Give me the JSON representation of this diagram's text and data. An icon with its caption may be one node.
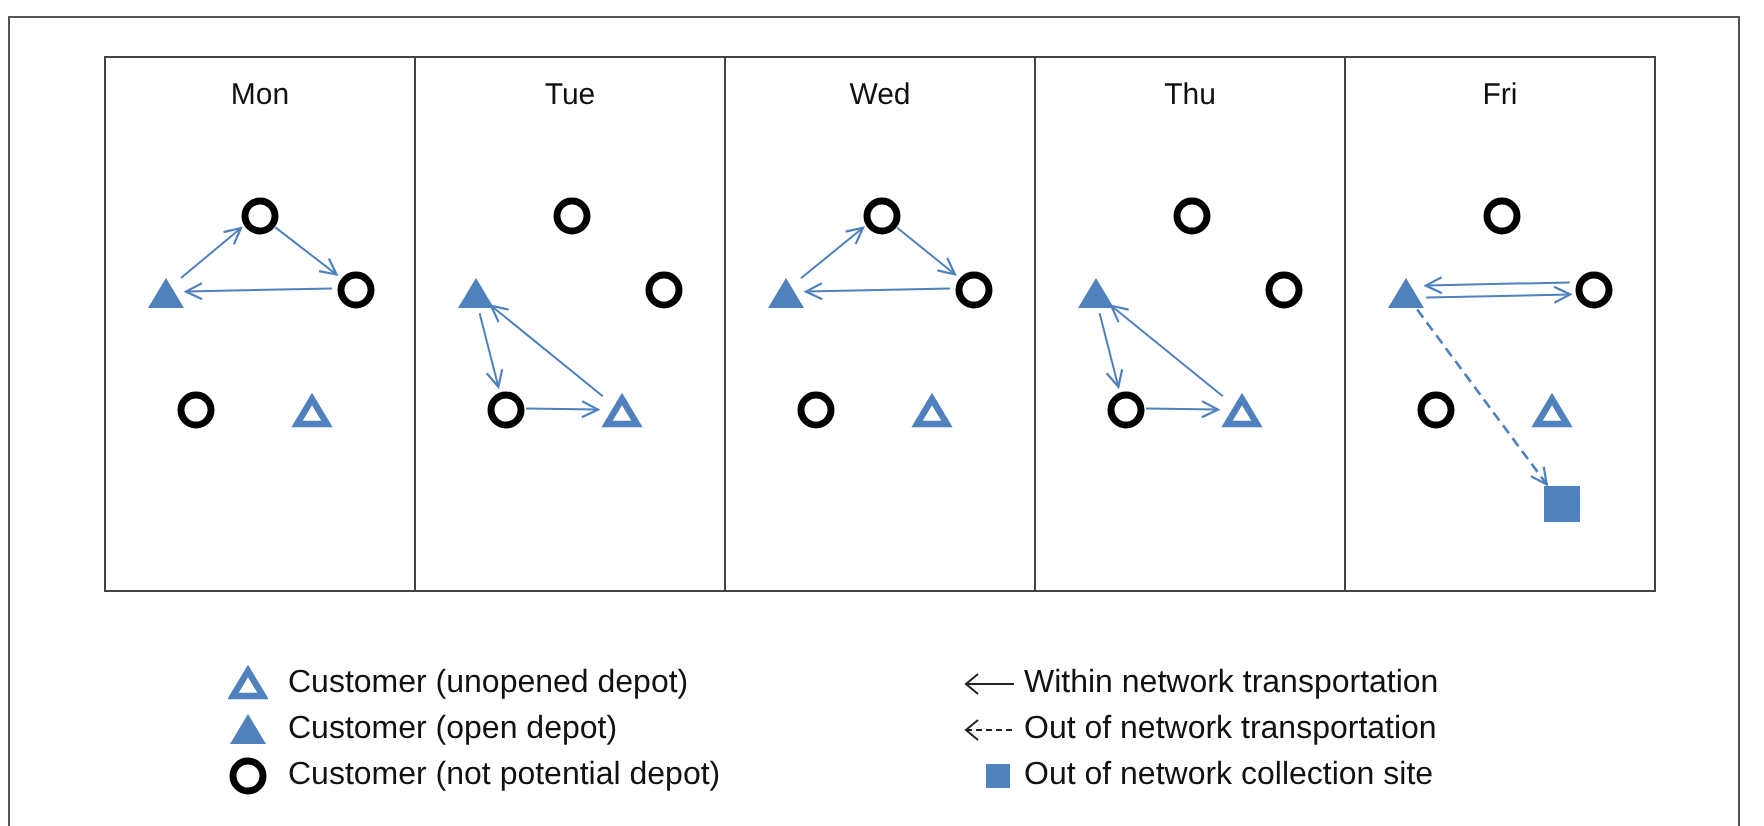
{
  "diagram": {
    "nodes": [
      {
        "text": [
          "Mon"
        ]
      },
      {
        "text": [],
        "shape": "circle",
        "in": 0
      },
      {
        "text": [],
        "shape": "triangle",
        "in": 0
      },
      {
        "text": [],
        "shape": "circle",
        "in": 0
      },
      {
        "text": [],
        "shape": "circle",
        "in": 0
      },
      {
        "text": [],
        "shape": "open-triangle",
        "in": 0
      },
      {
        "text": [
          "Tue"
        ]
      },
      {
        "text": [],
        "shape": "circle",
        "in": 6
      },
      {
        "text": [],
        "shape": "triangle",
        "in": 6
      },
      {
        "text": [],
        "shape": "circle",
        "in": 6
      },
      {
        "text": [],
        "shape": "circle",
        "in": 6
      },
      {
        "text": [],
        "shape": "open-triangle",
        "in": 6
      },
      {
        "text": [
          "Wed"
        ]
      },
      {
        "text": [],
        "shape": "circle",
        "in": 12
      },
      {
        "text": [],
        "shape": "triangle",
        "in": 12
      },
      {
        "text": [],
        "shape": "circle",
        "in": 12
      },
      {
        "text": [],
        "shape": "circle",
        "in": 12
      },
      {
        "text": [],
        "shape": "open-triangle",
        "in": 12
      },
      {
        "text": [
          "Thu"
        ]
      },
      {
        "text": [],
        "shape": "circle",
        "in": 18
      },
      {
        "text": [],
        "shape": "triangle",
        "in": 18
      },
      {
        "text": [],
        "shape": "circle",
        "in": 18
      },
      {
        "text": [],
        "shape": "circle",
        "in": 18
      },
      {
        "text": [],
        "shape": "open-triangle",
        "in": 18
      },
      {
        "text": [
          "Fri"
        ]
      },
      {
        "text": [],
        "shape": "circle",
        "in": 24
      },
      {
        "text": [],
        "shape": "triangle",
        "in": 24
      },
      {
        "text": [],
        "shape": "circle",
        "in": 24
      },
      {
        "text": [],
        "shape": "circle",
        "in": 24
      },
      {
        "text": [],
        "shape": "open-triangle",
        "in": 24
      },
      {
        "text": [],
        "shape": "box",
        "in": 24
      }
    ],
    "edges": [
      {
        "from": 2,
        "to": 1,
        "arrow": "to"
      },
      {
        "from": 1,
        "to": 3,
        "arrow": "to"
      },
      {
        "from": 3,
        "to": 2,
        "arrow": "to"
      },
      {
        "from": 8,
        "to": 10,
        "arrow": "to"
      },
      {
        "from": 10,
        "to": 11,
        "arrow": "to"
      },
      {
        "from": 11,
        "to": 8,
        "arrow": "to"
      },
      {
        "from": 14,
        "to": 13,
        "arrow": "to"
      },
      {
        "from": 13,
        "to": 15,
        "arrow": "to"
      },
      {
        "from": 15,
        "to": 14,
        "arrow": "to"
      },
      {
        "from": 20,
        "to": 22,
        "arrow": "to"
      },
      {
        "from": 22,
        "to": 23,
        "arrow": "to"
      },
      {
        "from": 23,
        "to": 20,
        "arrow": "to"
      },
      {
        "from": 26,
        "to": 27,
        "arrow": "to"
      },
      {
        "from": 27,
        "to": 26,
        "arrow": "to"
      },
      {
        "from": 26,
        "to": 30,
        "arrow": "to",
        "style": "dashed"
      }
    ],
    "legend": [
      {
        "text": "Customer (unopened depot)"
      },
      {
        "text": "Customer (open depot)"
      },
      {
        "text": "Customer (not potential depot)"
      },
      {
        "text": "Within network transportation"
      },
      {
        "text": "Out of network transportation"
      },
      {
        "text": "Out of network collection site",
        "color": "#4f81bd"
      }
    ]
  }
}
